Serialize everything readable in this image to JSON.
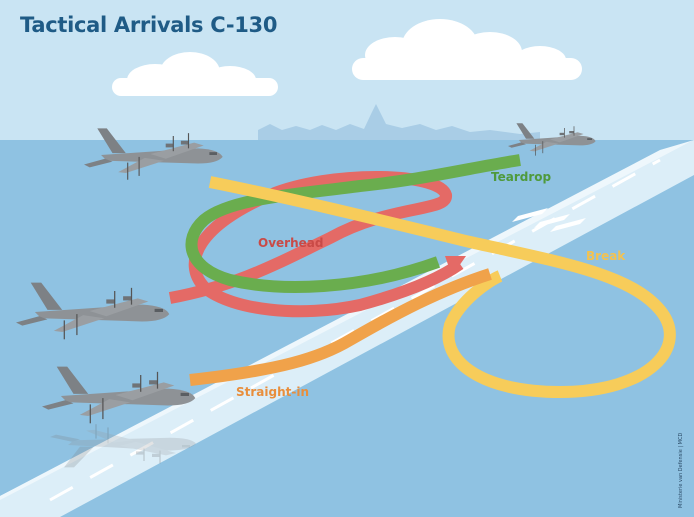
{
  "title": "Tactical Arrivals C-130",
  "labels": {
    "teardrop": "Teardrop",
    "overhead": "Overhead",
    "break": "Break",
    "straight_in": "Straight-in"
  },
  "credit": "Ministerie van Defensie | MCD",
  "colors": {
    "sky": "#c9e4f3",
    "sea": "#8fc2e2",
    "runway": "#dceef8",
    "teardrop": "#6aad4e",
    "overhead": "#e46a66",
    "break": "#f7cc5a",
    "straight_in": "#f0a24a",
    "aircraft": "#8e9296",
    "title": "#1f5b86"
  }
}
